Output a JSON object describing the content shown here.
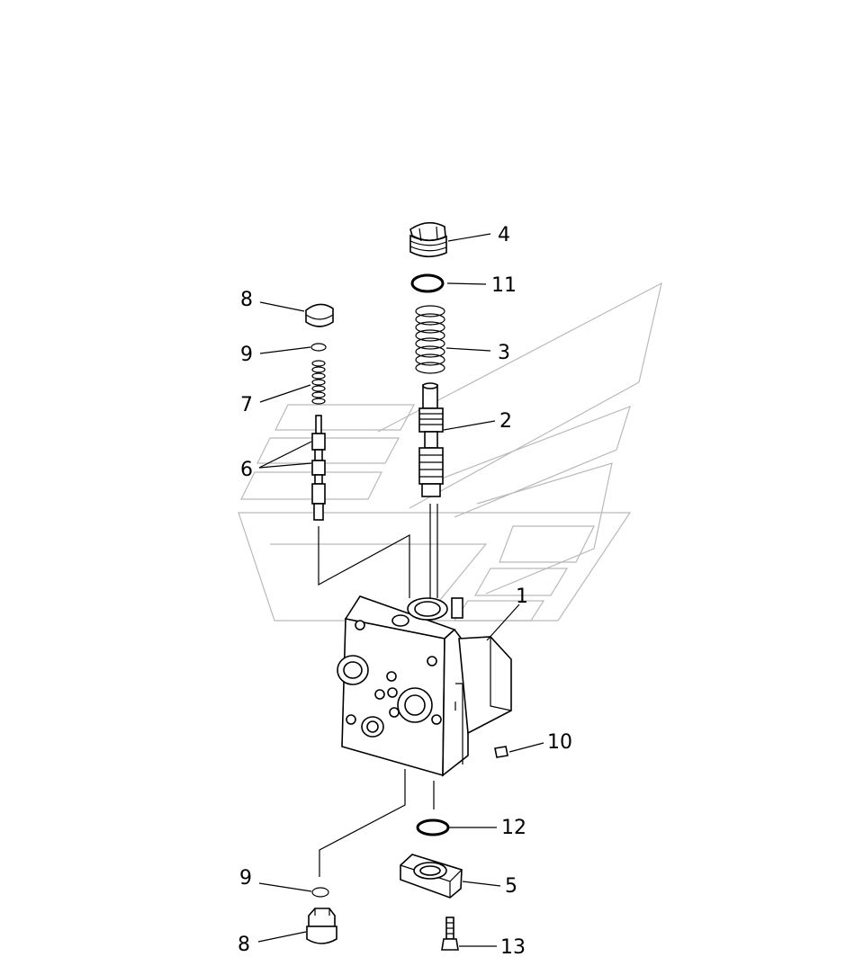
{
  "diagram": {
    "callouts": [
      {
        "id": "c1",
        "label": "1"
      },
      {
        "id": "c2",
        "label": "2"
      },
      {
        "id": "c3",
        "label": "3"
      },
      {
        "id": "c4",
        "label": "4"
      },
      {
        "id": "c5",
        "label": "5"
      },
      {
        "id": "c6",
        "label": "6"
      },
      {
        "id": "c7",
        "label": "7"
      },
      {
        "id": "c8a",
        "label": "8"
      },
      {
        "id": "c8b",
        "label": "8"
      },
      {
        "id": "c9a",
        "label": "9"
      },
      {
        "id": "c9b",
        "label": "9"
      },
      {
        "id": "c10",
        "label": "10"
      },
      {
        "id": "c11",
        "label": "11"
      },
      {
        "id": "c12",
        "label": "12"
      },
      {
        "id": "c13",
        "label": "13"
      }
    ]
  }
}
